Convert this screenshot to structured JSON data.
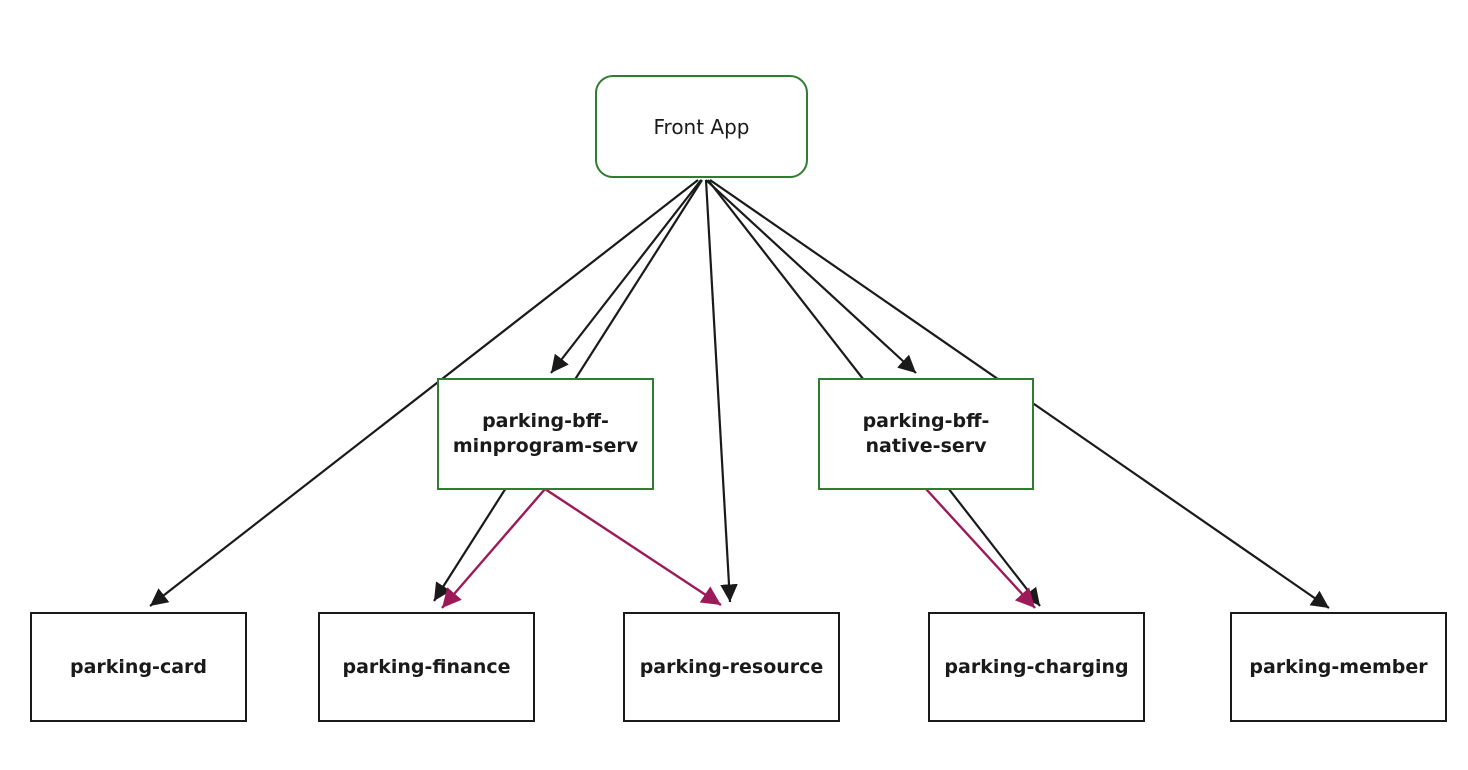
{
  "diagram": {
    "type": "flowchart",
    "direction": "top-down",
    "nodes": {
      "front_app": {
        "label": "Front App",
        "shape": "rounded-rect",
        "border_color": "#2e7d32"
      },
      "bff_minprogram": {
        "label": "parking-bff-minprogram-serv",
        "shape": "rect",
        "border_color": "#2e7d32"
      },
      "bff_native": {
        "label": "parking-bff-native-serv",
        "shape": "rect",
        "border_color": "#2e7d32"
      },
      "card": {
        "label": "parking-card",
        "shape": "rect",
        "border_color": "#1a1a1a"
      },
      "finance": {
        "label": "parking-finance",
        "shape": "rect",
        "border_color": "#1a1a1a"
      },
      "resource": {
        "label": "parking-resource",
        "shape": "rect",
        "border_color": "#1a1a1a"
      },
      "charging": {
        "label": "parking-charging",
        "shape": "rect",
        "border_color": "#1a1a1a"
      },
      "member": {
        "label": "parking-member",
        "shape": "rect",
        "border_color": "#1a1a1a"
      }
    },
    "edges": [
      {
        "from": "Front App",
        "to": "parking-card",
        "style": "black-arrow"
      },
      {
        "from": "Front App",
        "to": "parking-bff-minprogram-serv",
        "style": "black-arrow"
      },
      {
        "from": "Front App",
        "to": "parking-finance",
        "style": "black-arrow"
      },
      {
        "from": "Front App",
        "to": "parking-resource",
        "style": "black-arrow"
      },
      {
        "from": "Front App",
        "to": "parking-bff-native-serv",
        "style": "black-arrow"
      },
      {
        "from": "Front App",
        "to": "parking-charging",
        "style": "black-arrow"
      },
      {
        "from": "Front App",
        "to": "parking-member",
        "style": "black-arrow"
      },
      {
        "from": "parking-bff-minprogram-serv",
        "to": "parking-finance",
        "style": "maroon-arrow"
      },
      {
        "from": "parking-bff-minprogram-serv",
        "to": "parking-resource",
        "style": "maroon-arrow"
      },
      {
        "from": "parking-bff-native-serv",
        "to": "parking-charging",
        "style": "maroon-arrow"
      }
    ]
  },
  "colors": {
    "node-green": "#2e7d32",
    "edge-black": "#1a1a1a",
    "edge-maroon": "#9c1a58",
    "ink": "#1a1a1a",
    "canvas": "#ffffff"
  }
}
